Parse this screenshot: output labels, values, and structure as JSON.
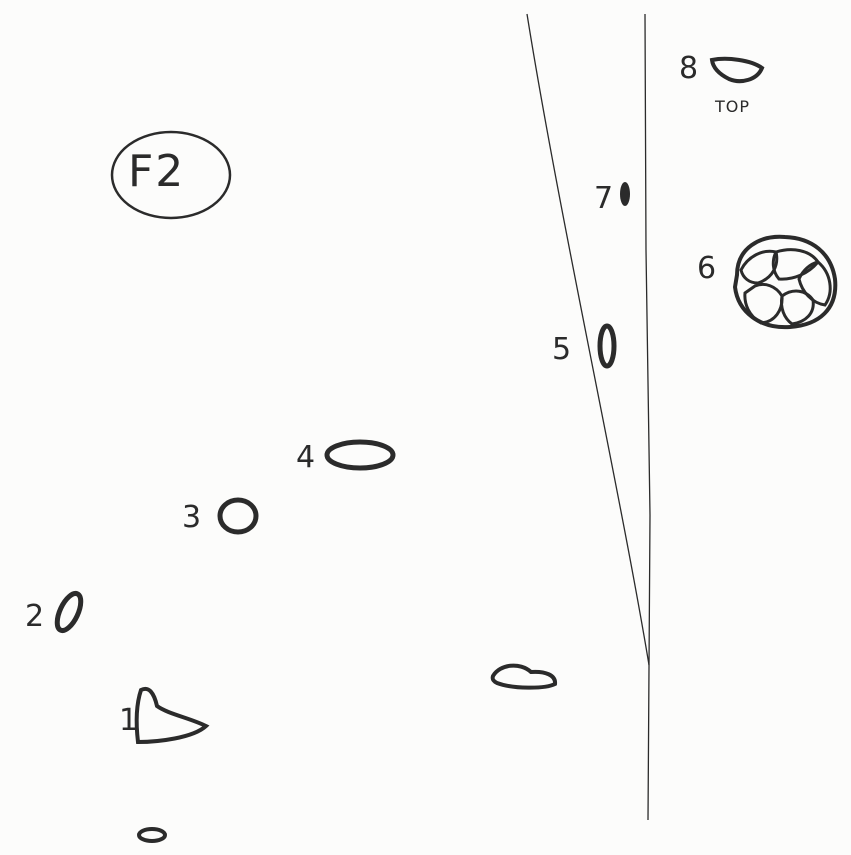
{
  "figure": {
    "title": "F2",
    "top_label": "TOP",
    "labels": [
      "1",
      "2",
      "3",
      "4",
      "5",
      "6",
      "7",
      "8"
    ]
  },
  "colors": {
    "ink": "#2b2b2b",
    "paper": "#fcfcfb"
  }
}
